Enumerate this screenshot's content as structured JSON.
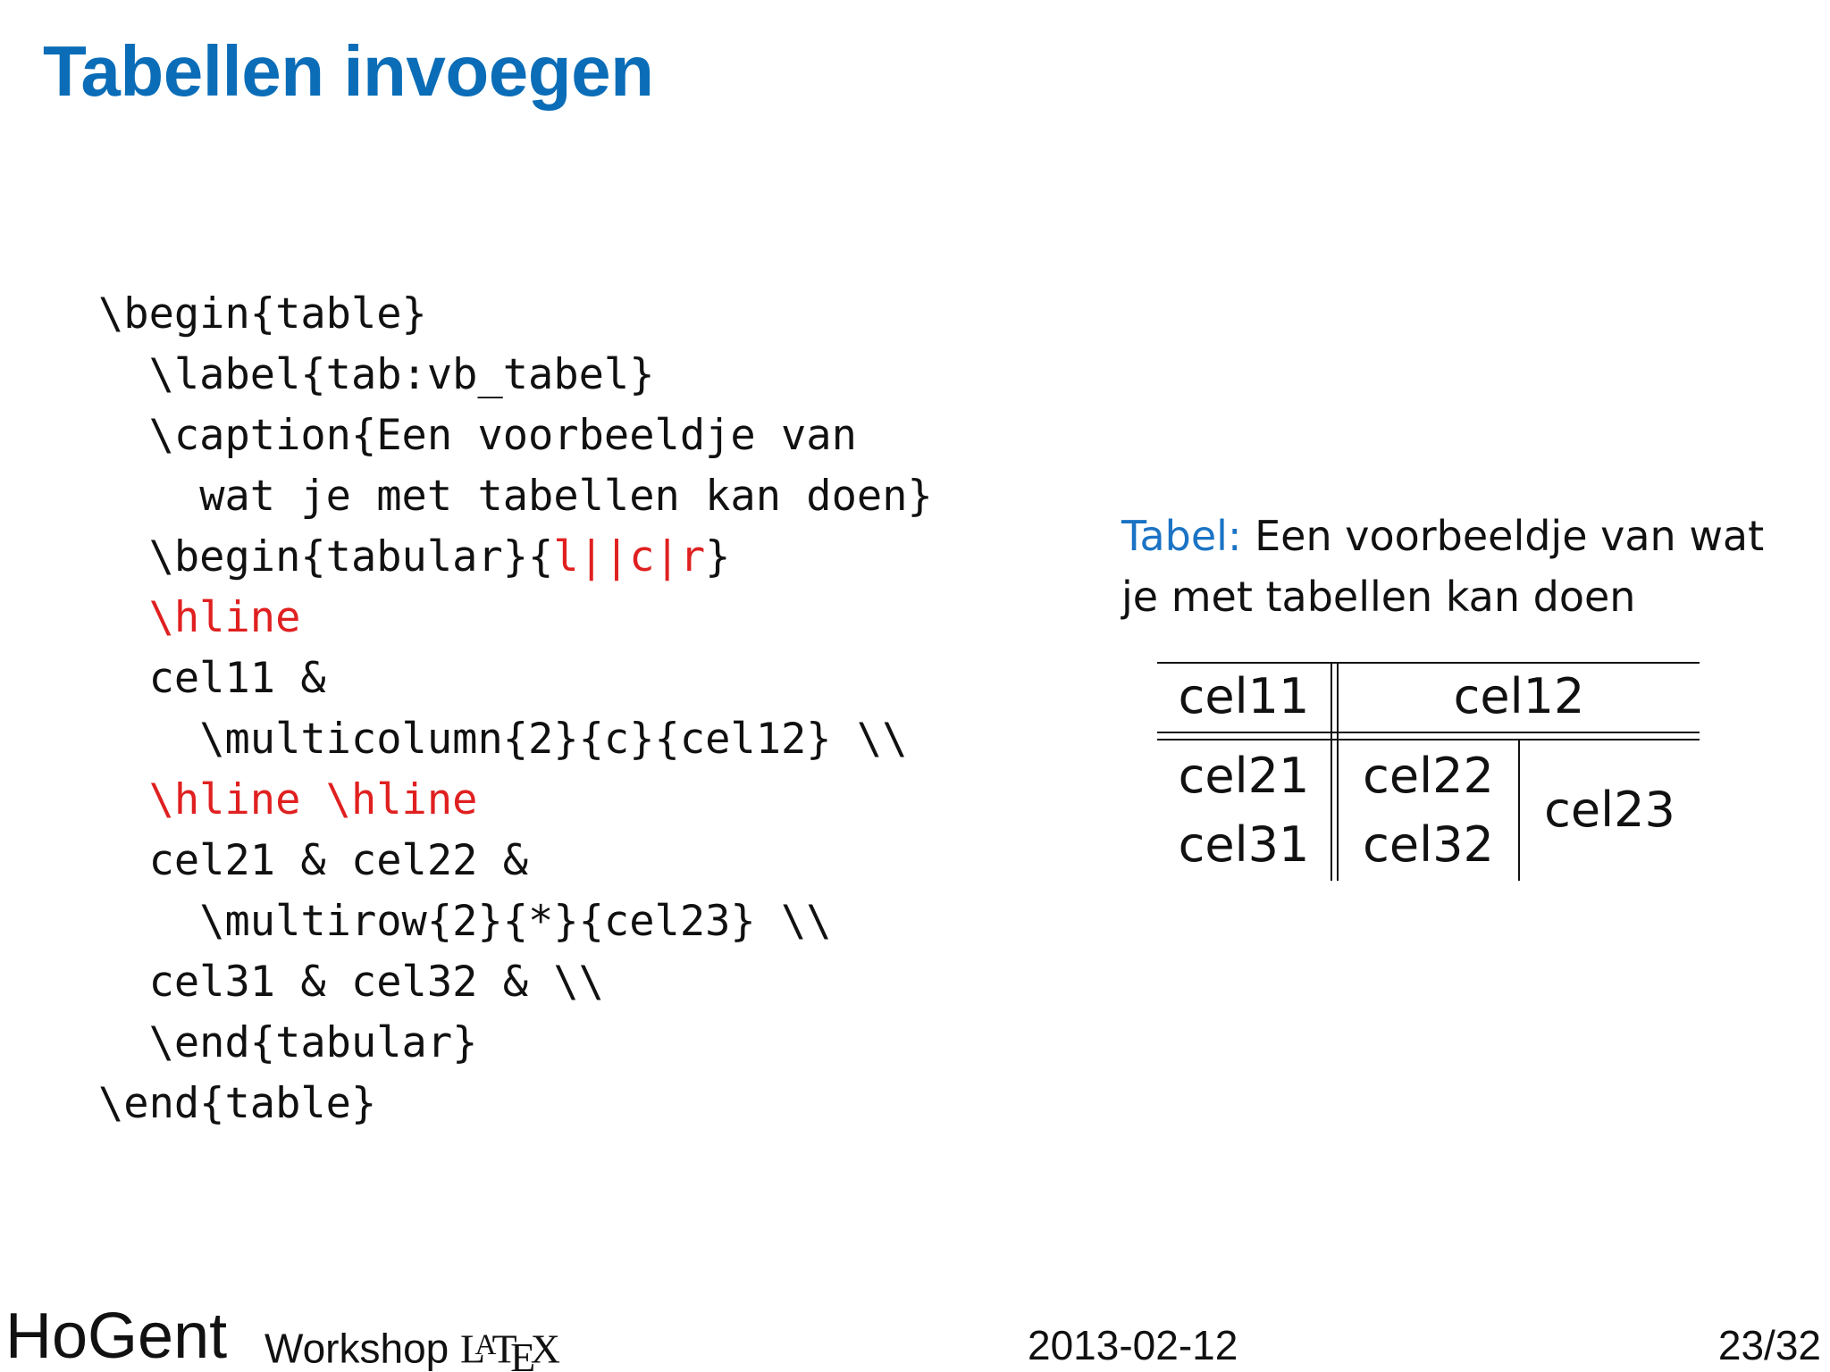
{
  "slide": {
    "title": "Tabellen invoegen"
  },
  "code": {
    "lines": [
      {
        "indent": "",
        "parts": [
          {
            "text": "\\begin{table}",
            "highlight": false
          }
        ]
      },
      {
        "indent": "  ",
        "parts": [
          {
            "text": "\\label{tab:vb_tabel}",
            "highlight": false
          }
        ]
      },
      {
        "indent": "  ",
        "parts": [
          {
            "text": "\\caption{Een voorbeeldje van",
            "highlight": false
          }
        ]
      },
      {
        "indent": "    ",
        "parts": [
          {
            "text": "wat je met tabellen kan doen}",
            "highlight": false
          }
        ]
      },
      {
        "indent": "  ",
        "parts": [
          {
            "text": "\\begin{tabular}{",
            "highlight": false
          },
          {
            "text": "l||c|r",
            "highlight": true
          },
          {
            "text": "}",
            "highlight": false
          }
        ]
      },
      {
        "indent": "  ",
        "parts": [
          {
            "text": "\\hline",
            "highlight": true
          }
        ]
      },
      {
        "indent": "  ",
        "parts": [
          {
            "text": "cel11 &",
            "highlight": false
          }
        ]
      },
      {
        "indent": "    ",
        "parts": [
          {
            "text": "\\multicolumn{2}{c}{cel12} \\\\",
            "highlight": false
          }
        ]
      },
      {
        "indent": "  ",
        "parts": [
          {
            "text": "\\hline \\hline",
            "highlight": true
          }
        ]
      },
      {
        "indent": "  ",
        "parts": [
          {
            "text": "cel21 & cel22 &",
            "highlight": false
          }
        ]
      },
      {
        "indent": "    ",
        "parts": [
          {
            "text": "\\multirow{2}{*}{cel23} \\\\",
            "highlight": false
          }
        ]
      },
      {
        "indent": "  ",
        "parts": [
          {
            "text": "cel31 & cel32 & \\\\",
            "highlight": false
          }
        ]
      },
      {
        "indent": "  ",
        "parts": [
          {
            "text": "\\end{tabular}",
            "highlight": false
          }
        ]
      },
      {
        "indent": "",
        "parts": [
          {
            "text": "\\end{table}",
            "highlight": false
          }
        ]
      }
    ]
  },
  "rendered": {
    "caption_label": "Tabel:",
    "caption_text": "Een voorbeeldje van wat je met tabellen kan doen",
    "table": {
      "cel11": "cel11",
      "cel12": "cel12",
      "cel21": "cel21",
      "cel22": "cel22",
      "cel23": "cel23",
      "cel31": "cel31",
      "cel32": "cel32"
    }
  },
  "footer": {
    "brand": "HoGent",
    "course_prefix": "Workshop",
    "logo_letters": [
      "L",
      "A",
      "T",
      "E",
      "X"
    ],
    "date": "2013-02-12",
    "page": "23/32"
  },
  "colors": {
    "title": "#0b6db7",
    "caption_label": "#1a73c4",
    "code_highlight": "#e02020",
    "text": "#111111"
  }
}
